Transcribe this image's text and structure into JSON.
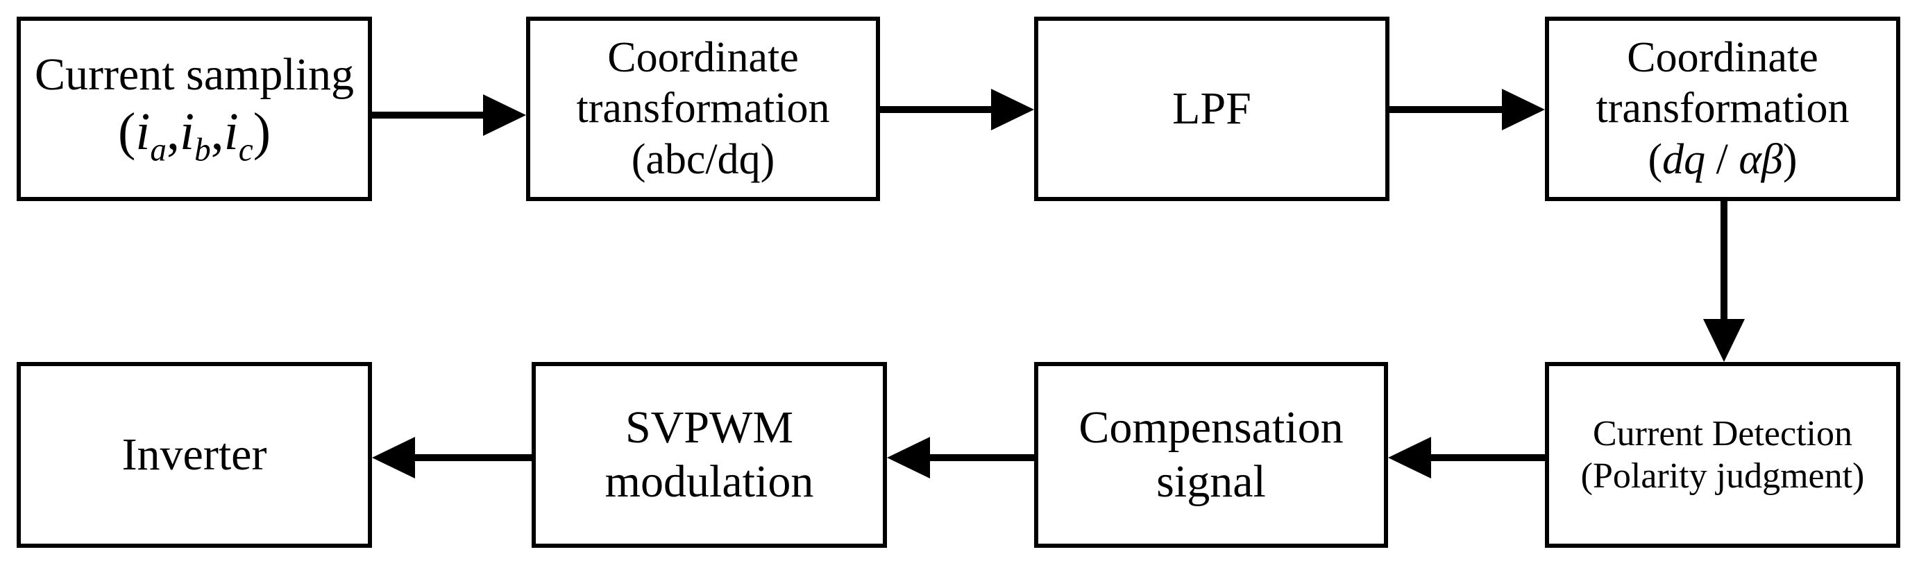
{
  "blocks": {
    "current_sampling": {
      "line1": "Current sampling",
      "line2": "(i_a, i_b, i_c)"
    },
    "coord_transform_1": {
      "line1": "Coordinate",
      "line2": "transformation",
      "line3": "(abc/dq)"
    },
    "lpf": {
      "line1": "LPF"
    },
    "coord_transform_2": {
      "line1": "Coordinate",
      "line2": "transformation",
      "line3": "(dq / αβ)"
    },
    "current_detection": {
      "line1": "Current Detection",
      "line2": "(Polarity judgment)"
    },
    "compensation_signal": {
      "line1": "Compensation",
      "line2": "signal"
    },
    "svpwm": {
      "line1": "SVPWM",
      "line2": "modulation"
    },
    "inverter": {
      "line1": "Inverter"
    }
  },
  "math": {
    "i": "i",
    "sub_a": "a",
    "sub_b": "b",
    "sub_c": "c",
    "comma": ",",
    "open_paren": "(",
    "close_paren": ")",
    "dq": "dq",
    "slash": " / ",
    "alphabeta": "αβ"
  },
  "colors": {
    "stroke": "#000000",
    "background": "#ffffff"
  }
}
